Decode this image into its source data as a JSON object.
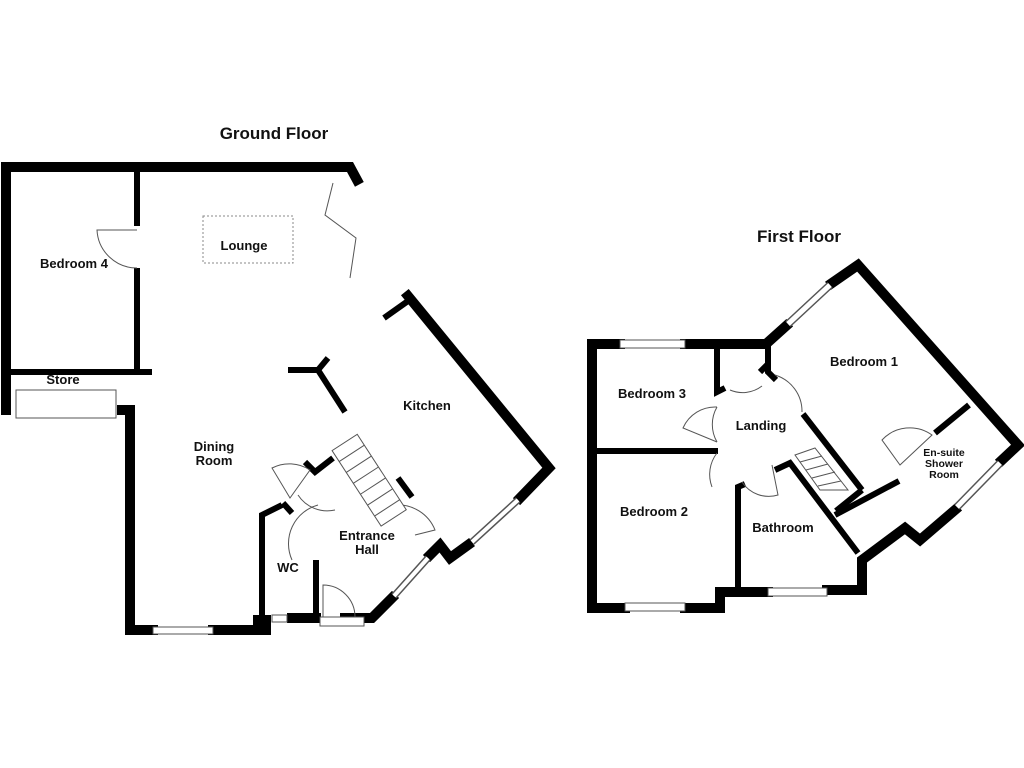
{
  "ground_floor": {
    "title": "Ground Floor",
    "rooms": {
      "bedroom4": "Bedroom 4",
      "lounge": "Lounge",
      "store": "Store",
      "kitchen": "Kitchen",
      "dining_1": "Dining",
      "dining_2": "Room",
      "entrance_1": "Entrance",
      "entrance_2": "Hall",
      "wc": "WC"
    }
  },
  "first_floor": {
    "title": "First Floor",
    "rooms": {
      "bedroom1": "Bedroom 1",
      "bedroom2": "Bedroom 2",
      "bedroom3": "Bedroom 3",
      "landing": "Landing",
      "bathroom": "Bathroom",
      "ensuite_1": "En-suite",
      "ensuite_2": "Shower",
      "ensuite_3": "Room"
    }
  }
}
